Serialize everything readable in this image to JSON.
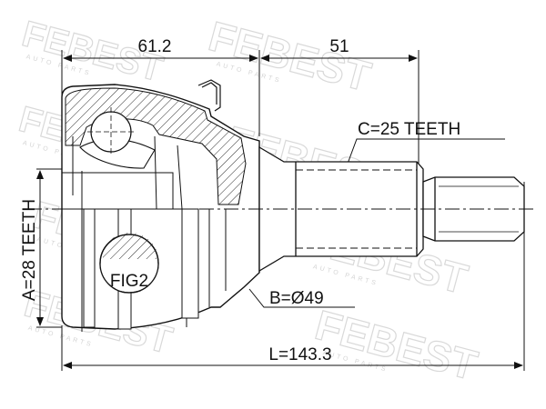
{
  "dimensions": {
    "spline_a": "A=28 TEETH",
    "length_body": "61.2",
    "length_shaft": "51",
    "spline_c": "C=25 TEETH",
    "diameter_b": "B=Ø49",
    "total_length": "L=143.3"
  },
  "callouts": {
    "fig_label": "FIG2"
  },
  "watermark": {
    "brand": "FEBEST",
    "sub": "AUTO PARTS"
  },
  "colors": {
    "line": "#111111",
    "watermark": "#d9d9d9"
  }
}
